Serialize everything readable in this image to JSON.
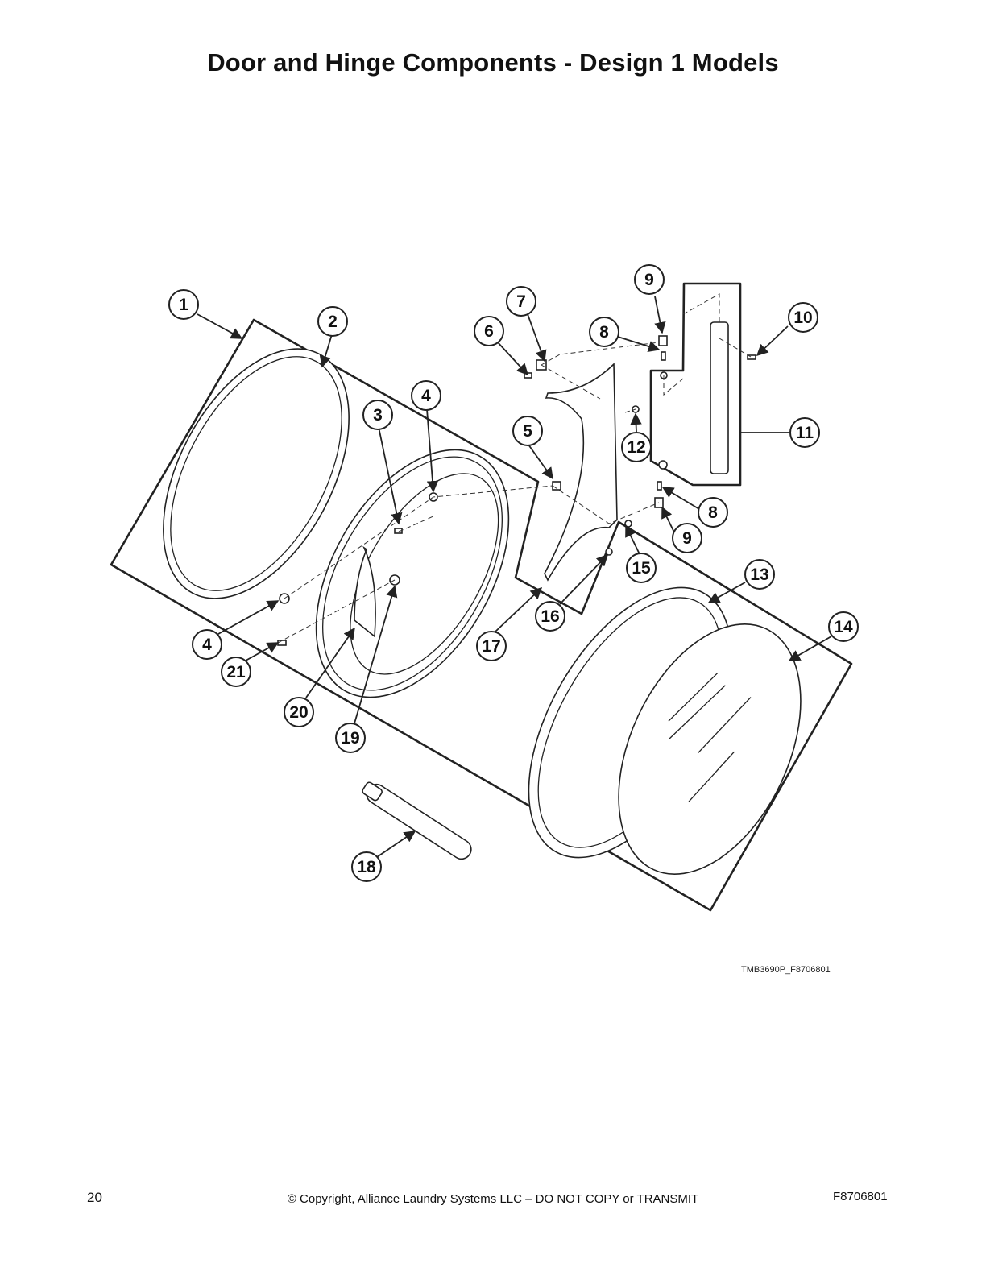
{
  "title": "Door and Hinge Components - Design 1 Models",
  "figure_id": "TMB3690P_F8706801",
  "footer": {
    "page_number": "20",
    "copyright": "© Copyright, Alliance Laundry Systems LLC – DO NOT COPY or TRANSMIT",
    "doc_code": "F8706801"
  },
  "callouts": [
    "1",
    "2",
    "3",
    "4",
    "4",
    "5",
    "6",
    "7",
    "8",
    "8",
    "9",
    "9",
    "10",
    "11",
    "12",
    "13",
    "14",
    "15",
    "16",
    "17",
    "18",
    "19",
    "20",
    "21"
  ]
}
